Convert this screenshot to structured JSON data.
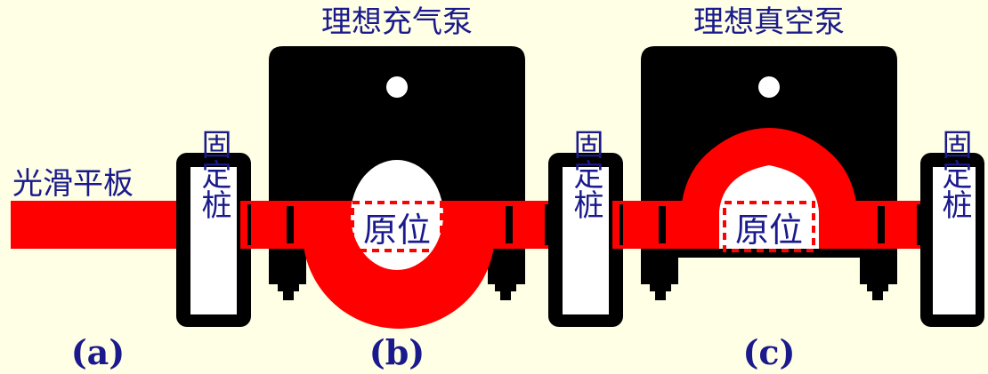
{
  "labels": {
    "plate": "光滑平板",
    "pump_b": "理想充气泵",
    "pump_c": "理想真空泵",
    "post": "固定桩",
    "origin": "原位",
    "panel_a": "(a)",
    "panel_b": "(b)",
    "panel_c": "(c)"
  },
  "colors": {
    "background": "#FFFFE6",
    "plate": "#FF0000",
    "pump_body": "#000000",
    "text": "#1A1A8C",
    "post_inner": "#FFFFFF"
  },
  "icons": [
    "fixed-post",
    "pump-body",
    "screw-foot",
    "dashed-origin-outline"
  ]
}
